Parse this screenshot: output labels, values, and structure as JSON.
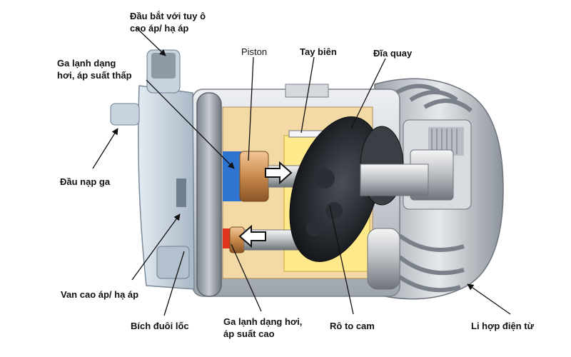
{
  "labels": {
    "port_hose": [
      "Đầu bắt với tuy ô",
      "cao áp/  hạ áp"
    ],
    "low_pressure_gas": [
      "Ga lạnh dạng",
      "hơi, áp suất thấp"
    ],
    "piston": "Piston",
    "connecting_rod": "Tay biên",
    "swash_plate": "Đĩa quay",
    "charge_port": "Đầu nạp ga",
    "valve": "Van cao áp/ hạ áp",
    "tail_flange": "Bích đuôi lốc",
    "high_pressure_gas": [
      "Ga lạnh dạng hơi,",
      "áp suất cao"
    ],
    "cam_rotor": "Rô to cam",
    "clutch": "Li hợp điện từ"
  },
  "colors": {
    "background": "#ffffff",
    "housing": "#c8ccd2",
    "housing_dark": "#8a9099",
    "end_cap": "#b7c6d4",
    "cylinder_interior": "#f3d9a6",
    "yellow_chamber": "#ffe98a",
    "low_pressure_blue": "#2f74d0",
    "high_pressure_red": "#e0341f",
    "piston_copper": "#c98a4a",
    "swash_dark": "#1d1f24",
    "leader_line": "#111111"
  },
  "icons": [
    "arrow-right-icon",
    "arrow-left-icon"
  ]
}
